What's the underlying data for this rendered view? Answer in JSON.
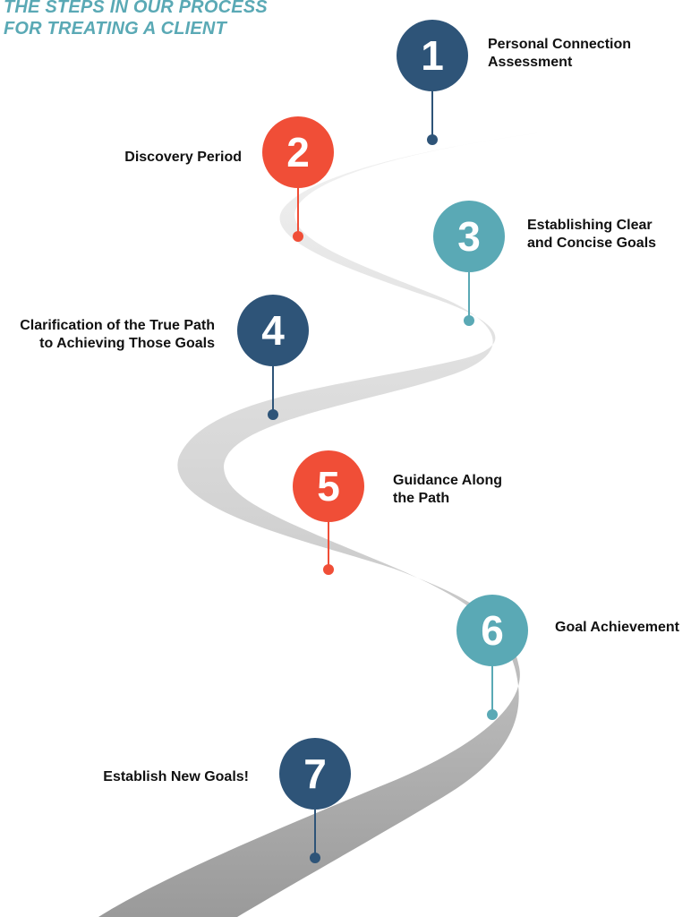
{
  "title": {
    "line1": "THE STEPS IN OUR PROCESS",
    "line2": "FOR TREATING A CLIENT"
  },
  "colors": {
    "navy": "#2e5478",
    "orange": "#f04e37",
    "teal": "#5aa9b5",
    "road_light": "#ececec",
    "road_dark": "#9c9c9c"
  },
  "steps": [
    {
      "number": "1",
      "color": "navy",
      "lines": [
        "Personal Connection",
        "Assessment"
      ]
    },
    {
      "number": "2",
      "color": "orange",
      "lines": [
        "Discovery Period"
      ]
    },
    {
      "number": "3",
      "color": "teal",
      "lines": [
        "Establishing Clear",
        "and Concise Goals"
      ]
    },
    {
      "number": "4",
      "color": "navy",
      "lines": [
        "Clarification of the True Path",
        "to Achieving Those Goals"
      ]
    },
    {
      "number": "5",
      "color": "orange",
      "lines": [
        "Guidance Along",
        "the Path"
      ]
    },
    {
      "number": "6",
      "color": "teal",
      "lines": [
        "Goal Achievement"
      ]
    },
    {
      "number": "7",
      "color": "navy",
      "lines": [
        "Establish New Goals!"
      ]
    }
  ]
}
